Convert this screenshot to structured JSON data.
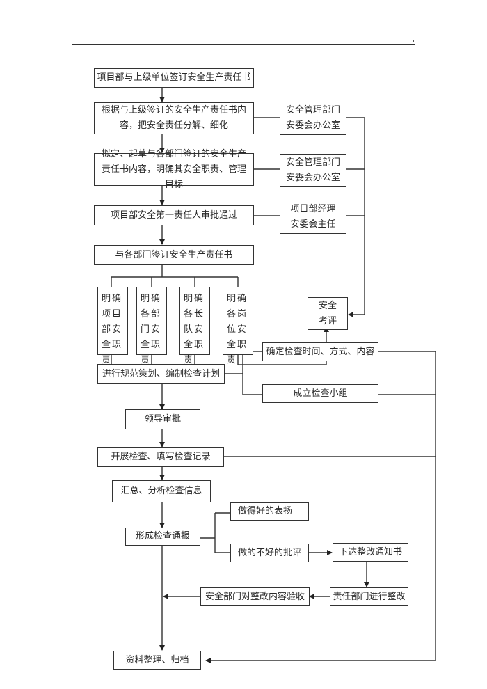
{
  "document": {
    "header_mark": "."
  },
  "flowchart": {
    "main_steps": [
      {
        "id": "sign_upper",
        "text": "项目部与上级单位签订安全生产责任书"
      },
      {
        "id": "decompose",
        "text": "根据与上级签订的安全生产责任书内容，把安全责任分解、细化"
      },
      {
        "id": "draft",
        "text": "拟定、起草与各部门签订的安全生产责任书内容，明确其安全职责、管理目标"
      },
      {
        "id": "approve_first",
        "text": "项目部安全第一责任人审批通过"
      },
      {
        "id": "sign_depts",
        "text": "与各部门签订安全生产责任书"
      }
    ],
    "side_owners": [
      {
        "id": "owner1",
        "line1": "安全管理部门",
        "line2": "安委会办公室"
      },
      {
        "id": "owner2",
        "line1": "安全管理部门",
        "line2": "安委会办公室"
      },
      {
        "id": "owner3",
        "line1": "项目部经理",
        "line2": "安委会主任"
      }
    ],
    "responsibilities": [
      {
        "id": "resp1",
        "text": "明确项目部安全职责"
      },
      {
        "id": "resp2",
        "text": "明确各部门安全职责"
      },
      {
        "id": "resp3",
        "text": "明确各长队安全职责"
      },
      {
        "id": "resp4",
        "text": "明确各岗位安全职责"
      }
    ],
    "safety_review": "安全考评",
    "plan": "进行规范策划、编制检查计划",
    "determine": "确定检查时间、方式、内容",
    "form_group": "成立检查小组",
    "leader_approve": "领导审批",
    "conduct": "开展检查、填写检查记录",
    "summarize": "汇总、分析检查信息",
    "report": "形成检查通报",
    "praise": "做得好的表扬",
    "criticize": "做的不好的批评",
    "notice": "下达整改通知书",
    "rectify": "责任部门进行整改",
    "accept": "安全部门对整改内容验收",
    "archive": "资料整理、归档"
  }
}
